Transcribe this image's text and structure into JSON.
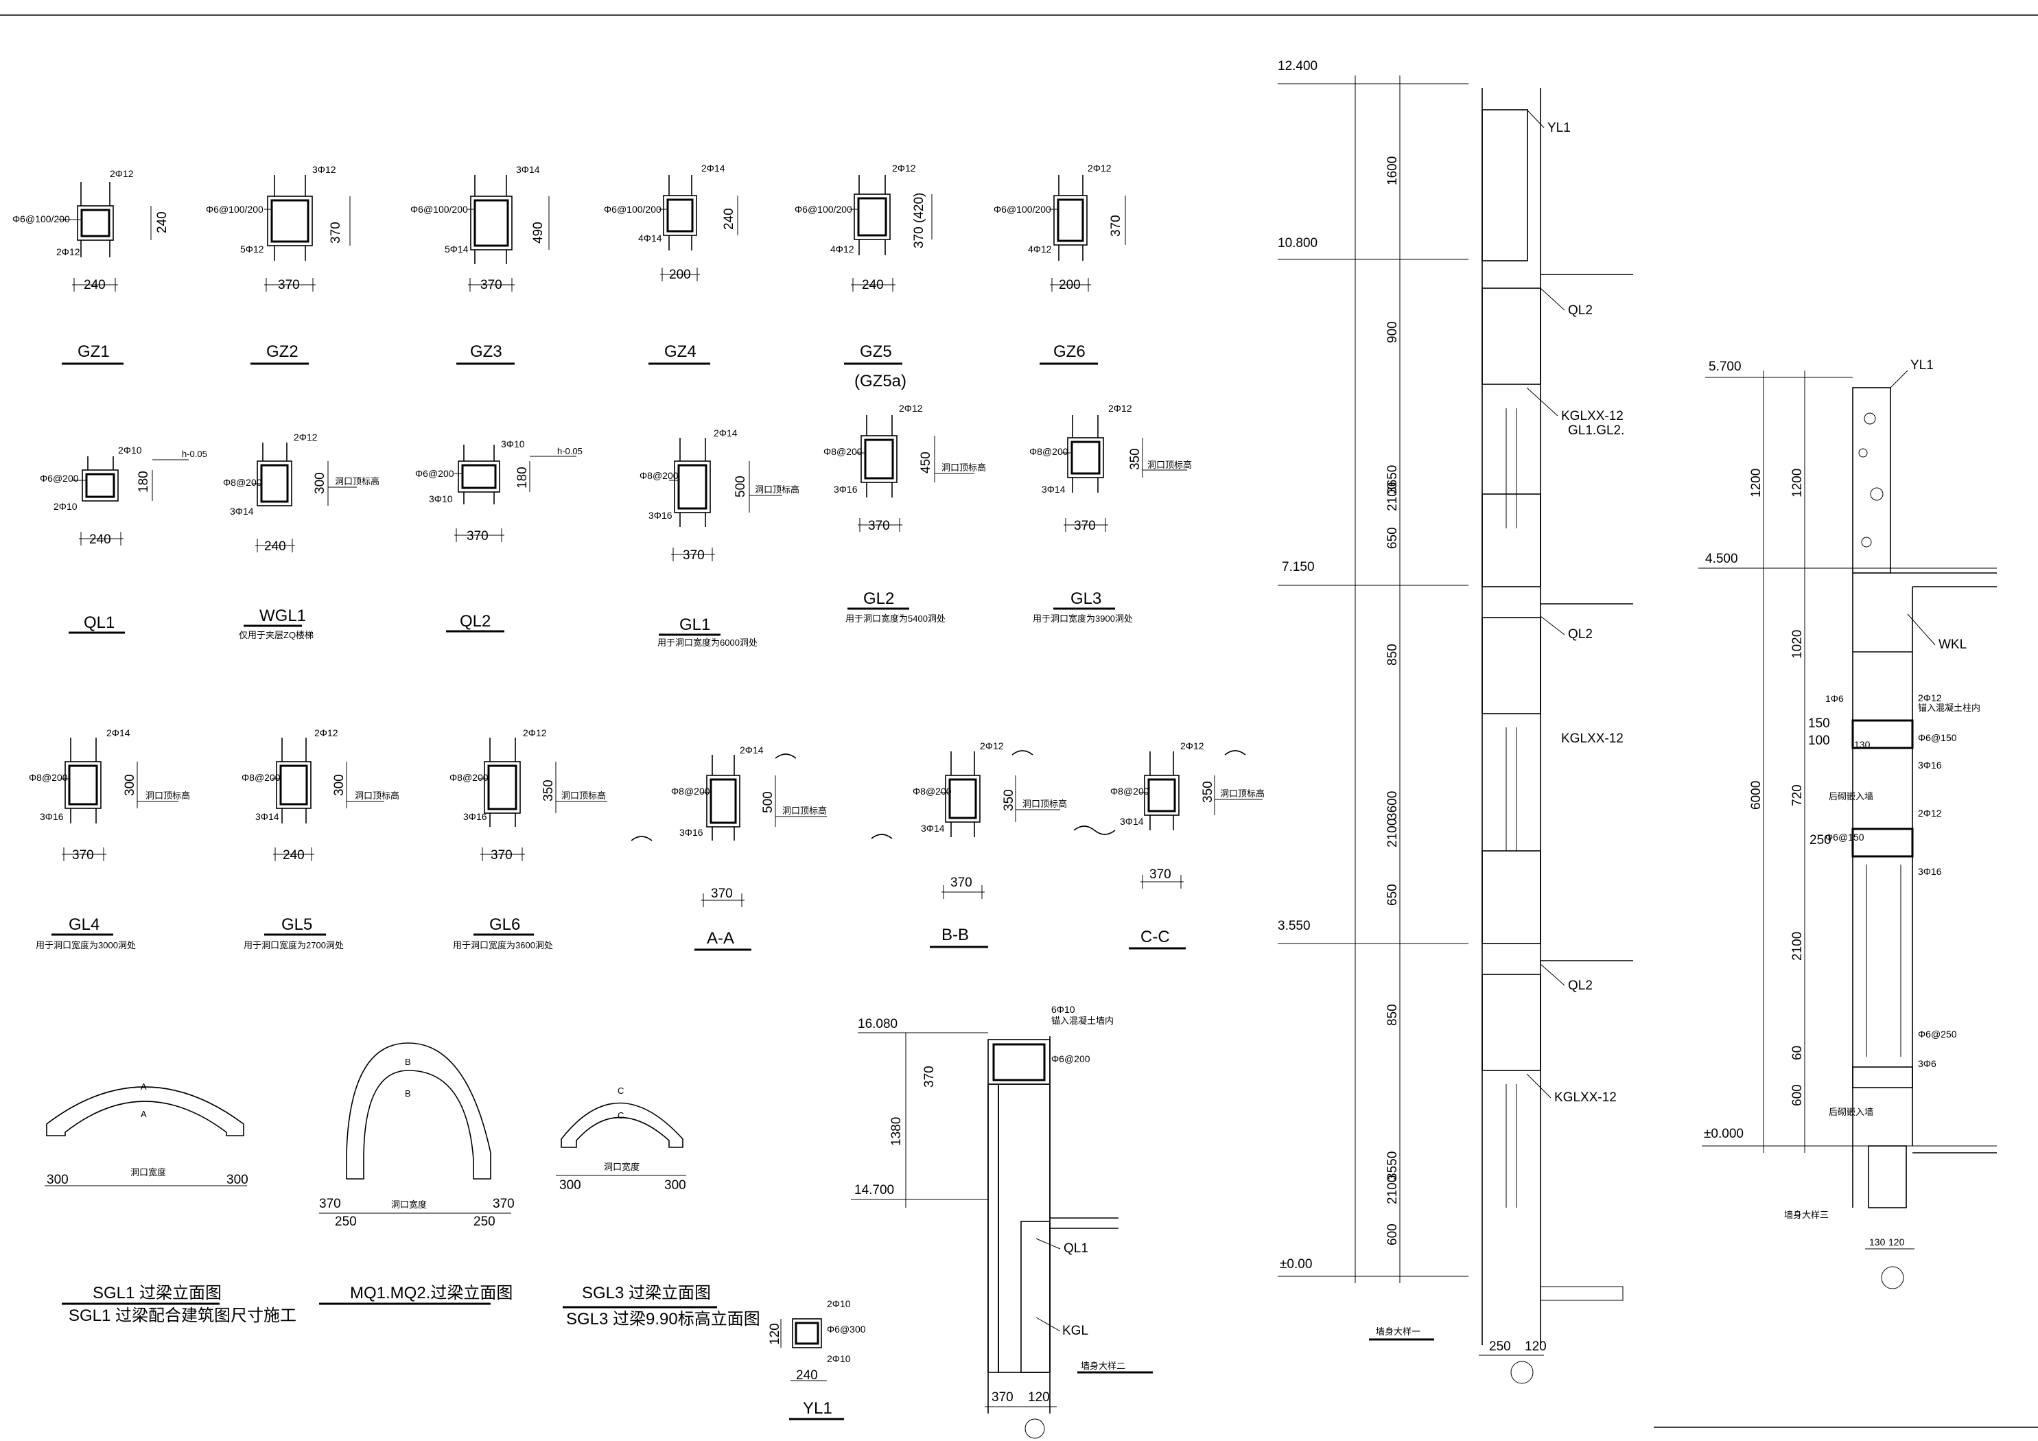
{
  "columns": [
    {
      "id": "GZ1",
      "width": "240",
      "height": "240",
      "top": "2Φ12",
      "bottom": "2Φ12",
      "stirrup": "Φ6@100/200",
      "sub": ""
    },
    {
      "id": "GZ2",
      "width": "370",
      "height": "370",
      "top": "3Φ12",
      "bottom": "5Φ12",
      "stirrup": "Φ6@100/200",
      "sub": ""
    },
    {
      "id": "GZ3",
      "width": "370",
      "height": "490",
      "top": "3Φ14",
      "bottom": "5Φ14",
      "stirrup": "Φ6@100/200",
      "sub": ""
    },
    {
      "id": "GZ4",
      "width": "200",
      "height": "240",
      "top": "2Φ14",
      "bottom": "4Φ14",
      "stirrup": "Φ6@100/200",
      "sub": ""
    },
    {
      "id": "GZ5",
      "width": "240",
      "height": "370 (420)",
      "top": "2Φ12",
      "bottom": "4Φ12",
      "stirrup": "Φ6@100/200",
      "sub": "(GZ5a)"
    },
    {
      "id": "GZ6",
      "width": "200",
      "height": "370",
      "top": "2Φ12",
      "bottom": "4Φ12",
      "stirrup": "Φ6@100/200",
      "sub": ""
    }
  ],
  "beams_row1": [
    {
      "id": "QL1",
      "width": "240",
      "height": "180",
      "top": "2Φ10",
      "bottom": "2Φ10",
      "stirrup": "Φ6@200",
      "note": "",
      "level": "h-0.05"
    },
    {
      "id": "WGL1",
      "width": "240",
      "height": "300",
      "top": "2Φ12",
      "bottom": "3Φ14",
      "stirrup": "Φ8@200",
      "note": "仅用于夹层ZQ楼梯",
      "level": "洞口顶标高"
    },
    {
      "id": "QL2",
      "width": "370",
      "height": "180",
      "top": "3Φ10",
      "bottom": "3Φ10",
      "stirrup": "Φ6@200",
      "note": "",
      "level": "h-0.05"
    },
    {
      "id": "GL1",
      "width": "370",
      "height": "500",
      "top": "2Φ14",
      "bottom": "3Φ16",
      "stirrup": "Φ8@200",
      "note": "用于洞口宽度为6000洞处",
      "level": "洞口顶标高"
    },
    {
      "id": "GL2",
      "width": "370",
      "height": "450",
      "top": "2Φ12",
      "bottom": "3Φ16",
      "stirrup": "Φ8@200",
      "note": "用于洞口宽度为5400洞处",
      "level": "洞口顶标高"
    },
    {
      "id": "GL3",
      "width": "370",
      "height": "350",
      "top": "2Φ12",
      "bottom": "3Φ14",
      "stirrup": "Φ8@200",
      "note": "用于洞口宽度为3900洞处",
      "level": "洞口顶标高"
    }
  ],
  "beams_row2": [
    {
      "id": "GL4",
      "width": "370",
      "height": "300",
      "top": "2Φ14",
      "bottom": "3Φ16",
      "stirrup": "Φ8@200",
      "note": "用于洞口宽度为3000洞处"
    },
    {
      "id": "GL5",
      "width": "240",
      "height": "300",
      "top": "2Φ12",
      "bottom": "3Φ14",
      "stirrup": "Φ8@200",
      "note": "用于洞口宽度为2700洞处"
    },
    {
      "id": "GL6",
      "width": "370",
      "height": "350",
      "top": "2Φ12",
      "bottom": "3Φ16",
      "stirrup": "Φ8@200",
      "note": "用于洞口宽度为3600洞处"
    },
    {
      "id": "A-A",
      "width": "370",
      "height": "500",
      "top": "2Φ14",
      "bottom": "3Φ16",
      "stirrup": "Φ8@200",
      "note": ""
    },
    {
      "id": "B-B",
      "width": "370",
      "height": "350",
      "top": "2Φ12",
      "bottom": "3Φ14",
      "stirrup": "Φ8@200",
      "note": ""
    },
    {
      "id": "C-C",
      "width": "370",
      "height": "350",
      "top": "2Φ12",
      "bottom": "3Φ14",
      "stirrup": "Φ8@200",
      "note": ""
    }
  ],
  "level_mark": "洞口顶标高",
  "arches": {
    "a1": {
      "title": "SGL1 过梁立面图",
      "note": "SGL1 过梁配合建筑图尺寸施工",
      "left": "300",
      "right": "300",
      "span": "洞口宽度",
      "sec_top": "A",
      "sec_bot": "A"
    },
    "a2": {
      "title": "MQ1.MQ2.过梁立面图",
      "left": "370",
      "left2": "250",
      "right": "370",
      "right2": "250",
      "span": "洞口宽度",
      "sec_top": "B",
      "sec_bot": "B"
    },
    "a3": {
      "title": "SGL3 过梁立面图",
      "note": "SGL3 过梁9.90标高立面图",
      "left": "300",
      "right": "300",
      "span": "洞口宽度",
      "sec_top": "C",
      "sec_bot": "C"
    }
  },
  "yl1": {
    "id": "YL1",
    "width": "240",
    "height": "120",
    "top": "2Φ10",
    "bottom": "2Φ10",
    "stirrup": "Φ6@300"
  },
  "detail2": {
    "elev_top": "16.080",
    "elev_bot": "14.700",
    "dim_a": "370",
    "dim_b": "1380",
    "rebar1": "6Φ10",
    "note1": "锚入混凝土墙内",
    "rebar2": "Φ6@200",
    "label_ql": "QL1",
    "label_kgl": "KGL",
    "title": "墙身大样二",
    "w1": "370",
    "w2": "120"
  },
  "detail1": {
    "elevations": [
      "12.400",
      "10.800",
      "7.150",
      "3.550",
      "±0.00"
    ],
    "dims_outer": [
      "1600",
      "3650",
      "3600",
      "3550"
    ],
    "dims_inner": [
      "900",
      "2100",
      "650",
      "850",
      "2100",
      "650",
      "850",
      "2100",
      "600"
    ],
    "labels": [
      "YL1",
      "QL2",
      "KGLXX-12",
      "GL1.GL2.",
      "QL2",
      "KGLXX-12",
      "QL2",
      "KGLXX-12"
    ],
    "title": "墙身大样一",
    "w1": "250",
    "w2": "120"
  },
  "detail3": {
    "elevations": [
      "5.700",
      "4.500",
      "±0.000"
    ],
    "dims_outer": [
      "1200",
      "1020",
      "6000"
    ],
    "dims_inner": [
      "150",
      "100",
      "720",
      "250",
      "2100",
      "60",
      "600"
    ],
    "labels": [
      "YL1",
      "WKL",
      "1Φ6",
      "2Φ12",
      "Φ6@150",
      "3Φ16",
      "2Φ12",
      "Φ6@150",
      "3Φ16",
      "Φ6@250",
      "3Φ6"
    ],
    "small": [
      "锚入混凝土柱内",
      "后砌嵌入墙",
      "后砌嵌入墙"
    ],
    "label_130": "130",
    "title": "墙身大样三",
    "w1": "130",
    "w2": "120"
  }
}
